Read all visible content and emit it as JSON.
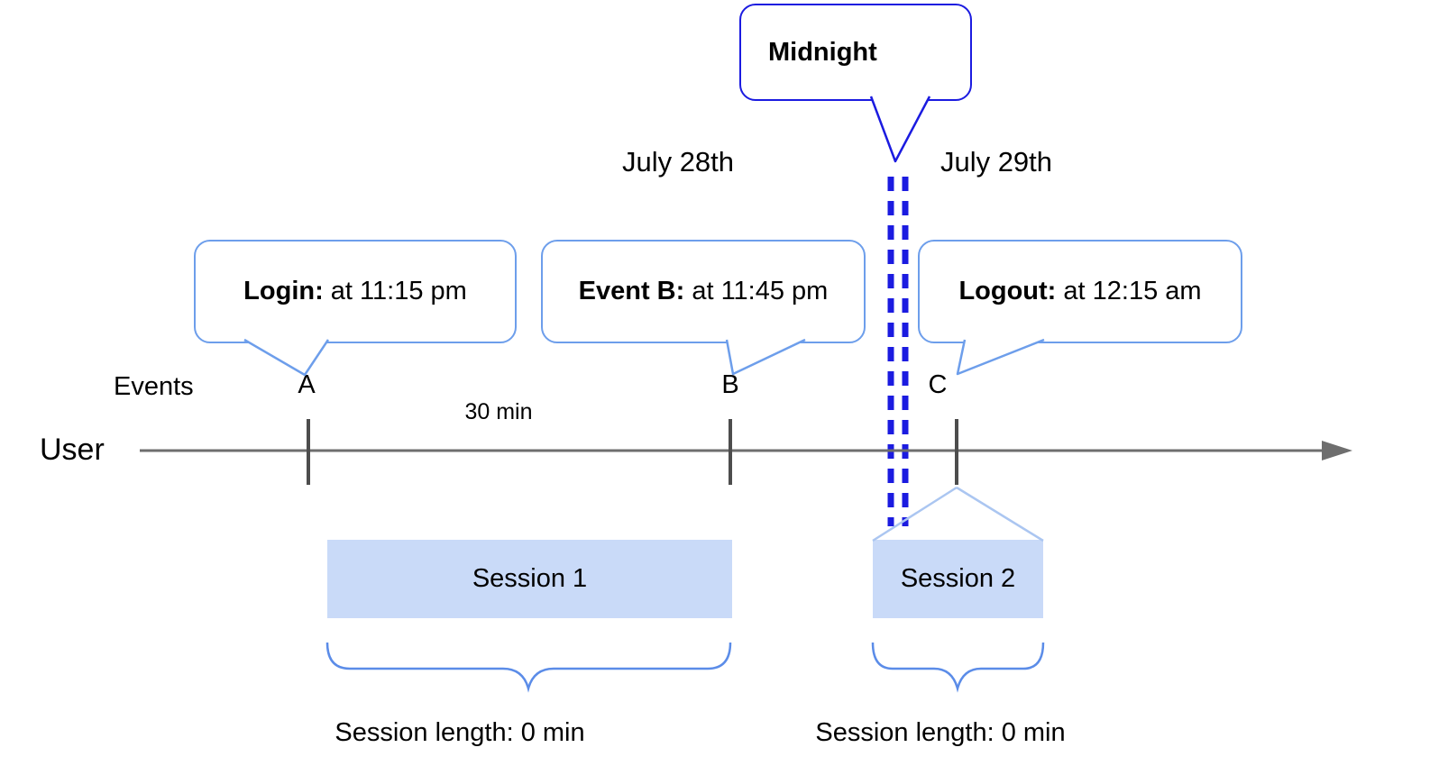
{
  "dates": {
    "left": "July 28th",
    "right": "July 29th"
  },
  "midnight": {
    "label": "Midnight"
  },
  "callouts": [
    {
      "title": "Login:",
      "detail": " at 11:15 pm"
    },
    {
      "title": "Event B:",
      "detail": " at 11:45 pm"
    },
    {
      "title": "Logout:",
      "detail": " at 12:15 am"
    }
  ],
  "axis": {
    "events_label": "Events",
    "user_label": "User",
    "interval_label": "30 min",
    "marks": [
      "A",
      "B",
      "C"
    ]
  },
  "sessions": [
    {
      "label": "Session 1",
      "length": "Session length: 0 min"
    },
    {
      "label": "Session 2",
      "length": "Session length: 0 min"
    }
  ],
  "colors": {
    "midnight_blue": "#1b1be0",
    "callout_border_blue": "#6d9eeb",
    "session_fill_blue": "#c9daf8",
    "roof_light_blue": "#abc6f1",
    "brace_blue": "#5b8ce8",
    "timeline_gray": "#6e6e6e",
    "tick_gray": "#4d4d4d"
  }
}
